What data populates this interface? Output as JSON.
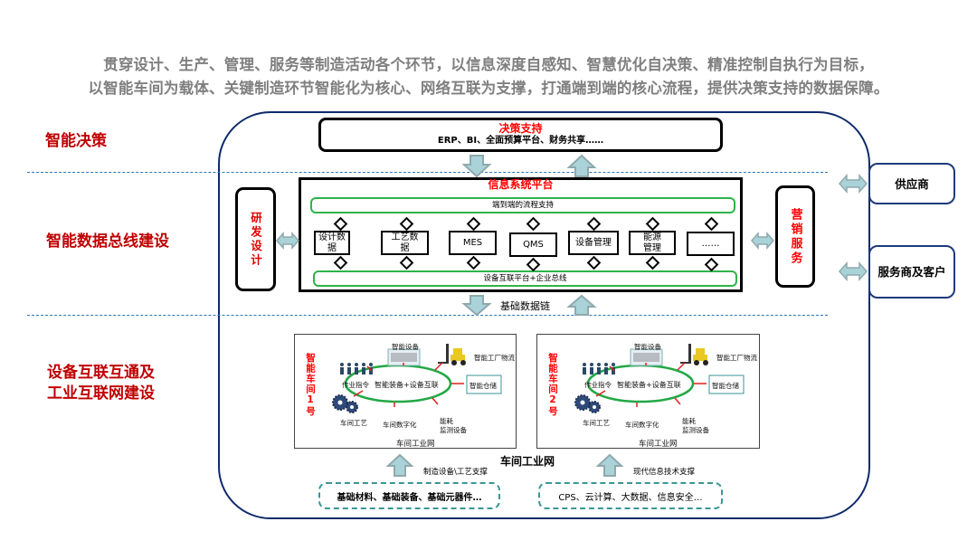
{
  "intro": {
    "line1": "贯穿设计、生产、管理、服务等制造活动各个环节，以信息深度自感知、智慧优化自决策、精准控制自执行为目标，",
    "line2": "以智能车间为载体、关键制造环节智能化为核心、网络互联为支撑，打通端到端的核心流程，提供决策支持的数据保障。"
  },
  "layers": [
    {
      "label": "智能决策"
    },
    {
      "label": "智能数据总线建设"
    },
    {
      "label_line1": "设备互联互通及",
      "label_line2": "工业互联网建设"
    }
  ],
  "decision": {
    "title": "决策支持",
    "subtitle": "ERP、BI、全面预算平台、财务共享……"
  },
  "info_platform": {
    "title": "信息系统平台",
    "top_bar": "端到端的流程支持",
    "bottom_bar": "设备互联平台+企业总线",
    "modules": [
      {
        "label": "设计数据"
      },
      {
        "label": "工艺数据"
      },
      {
        "label": "MES"
      },
      {
        "label": "QMS"
      },
      {
        "label": "设备管理"
      },
      {
        "label": "能源管理"
      },
      {
        "label": "……"
      }
    ]
  },
  "left_side": {
    "label": "研发设计"
  },
  "right_side": {
    "label": "营销服务"
  },
  "external": [
    {
      "label": "供应商"
    },
    {
      "label": "服务商及客户"
    }
  ],
  "data_chain_label": "基础数据链",
  "workshops": [
    {
      "name": "智能车间1号",
      "center": "智能装备+设备互联",
      "nodes": {
        "equipment": "智能设备",
        "logistics": "智能工厂物流",
        "warehouse": "智能仓储",
        "instructions": "作业指令",
        "process": "车间工艺",
        "digital": "车间数字化",
        "energy_line1": "能耗",
        "energy_line2": "监测设备"
      },
      "network": "车间工业网"
    },
    {
      "name": "智能车间2号",
      "center": "智能装备+设备互联",
      "nodes": {
        "equipment": "智能设备",
        "logistics": "智能工厂物流",
        "warehouse": "智能仓储",
        "instructions": "作业指令",
        "process": "车间工艺",
        "digital": "车间数字化",
        "energy_line1": "能耗",
        "energy_line2": "监测设备"
      },
      "network": "车间工业网"
    }
  ],
  "network_label": "车间工业网",
  "support": [
    {
      "arrow_label": "制造设备\\工艺支撑",
      "box": "基础材料、基础装备、基础元器件…"
    },
    {
      "arrow_label": "现代信息技术支撑",
      "box": "CPS、云计算、大数据、信息安全…"
    }
  ],
  "colors": {
    "layer_label": "#c00000",
    "accent_red": "#ff0000",
    "outer_border": "#0f2a6b",
    "dashed_divider": "#2e75b6",
    "green_bar": "#2fb34a",
    "arrow_fill": "#a9d3d8",
    "arrow_stroke": "#8fa9ad"
  }
}
